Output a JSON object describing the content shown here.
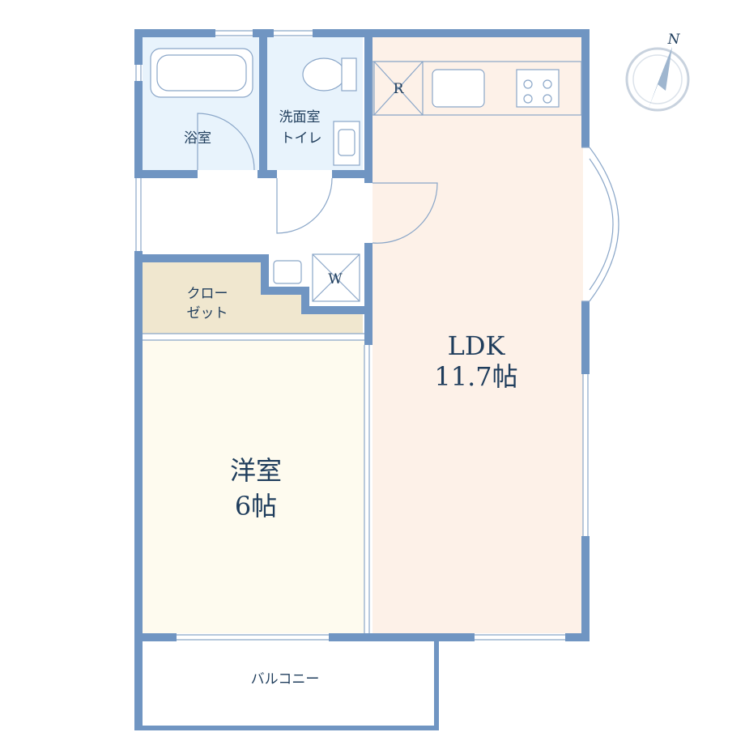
{
  "floor_plan": {
    "rooms": {
      "ldk": {
        "name": "LDK",
        "area": "11.7帖"
      },
      "western": {
        "name": "洋室",
        "area": "6帖"
      },
      "bath": {
        "name": "浴室"
      },
      "washroom": {
        "line1": "洗面室",
        "line2": "トイレ"
      },
      "closet": {
        "line1": "クロー",
        "line2": "ゼット"
      },
      "balcony": {
        "name": "バルコニー"
      }
    },
    "fixtures": {
      "refrigerator": "R",
      "washer": "W"
    },
    "compass": {
      "label": "N"
    },
    "colors": {
      "wall": "#7095c2",
      "wet_area": "#e8f3fc",
      "ldk": "#fdf1e8",
      "western": "#fefbef",
      "closet": "#f0e7cf",
      "text": "#1f3d5c"
    }
  }
}
